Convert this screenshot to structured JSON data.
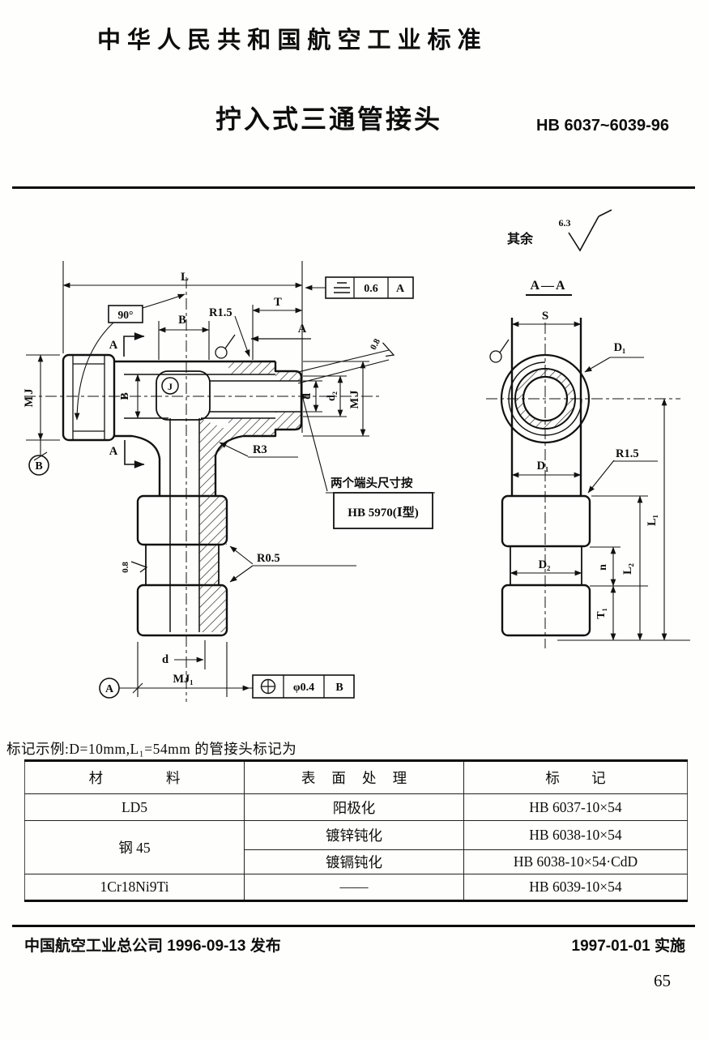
{
  "page": {
    "header": "中 华 人 民 共 和 国 航 空 工 业 标 准",
    "title": "拧入式三通管接头",
    "standard_no": "HB 6037~6039-96"
  },
  "drawing": {
    "surface_note": "其余",
    "surface_roughness_general": "6.3",
    "section_title": "A—A",
    "labels": {
      "L": "L",
      "angle": "90°",
      "B": "B",
      "T": "T",
      "A": "A",
      "MJ": "MJ",
      "J": "J",
      "d": "d",
      "d2": "d₂",
      "R1_5": "R1.5",
      "R3": "R3",
      "R0_5": "R0.5",
      "rough_0_8": "0.8",
      "MJ1": "MJ₁",
      "S": "S",
      "D1": "D₁",
      "D2": "D₂",
      "L1": "L₁",
      "L2": "L₂",
      "n": "n",
      "T1": "T₁",
      "datum_A": "A",
      "datum_B": "B"
    },
    "fcf_parallelism": {
      "tolerance": "0.6",
      "datum": "A"
    },
    "fcf_position": {
      "tolerance": "φ0.4",
      "datum": "B"
    },
    "note": {
      "line1": "两个端头尺寸按",
      "line2": "HB 5970(Ⅰ型)"
    },
    "icons": {
      "parallelism": "three-bar symmetry/parallel symbol",
      "position_tolerance": "⊕",
      "surface_roughness_check": "√",
      "machining_symbol": "circle with check"
    }
  },
  "example_text": "标记示例:D=10mm,L₁=54mm 的管接头标记为",
  "table": {
    "headers": {
      "material": "材 料",
      "surface": "表 面 处 理",
      "marking": "标 记"
    },
    "rows": [
      {
        "material": "LD5",
        "surface": "阳极化",
        "marking": "HB 6037-10×54"
      },
      {
        "material": "钢 45",
        "surface": "镀锌钝化",
        "marking": "HB 6038-10×54"
      },
      {
        "surface": "镀镉钝化",
        "marking": "HB 6038-10×54·CdD"
      },
      {
        "material": "1Cr18Ni9Ti",
        "surface": "——",
        "marking": "HB 6039-10×54"
      }
    ]
  },
  "footer": {
    "publisher": "中国航空工业总公司 1996-09-13 发布",
    "implementation": "1997-01-01 实施",
    "page_number": "65"
  }
}
